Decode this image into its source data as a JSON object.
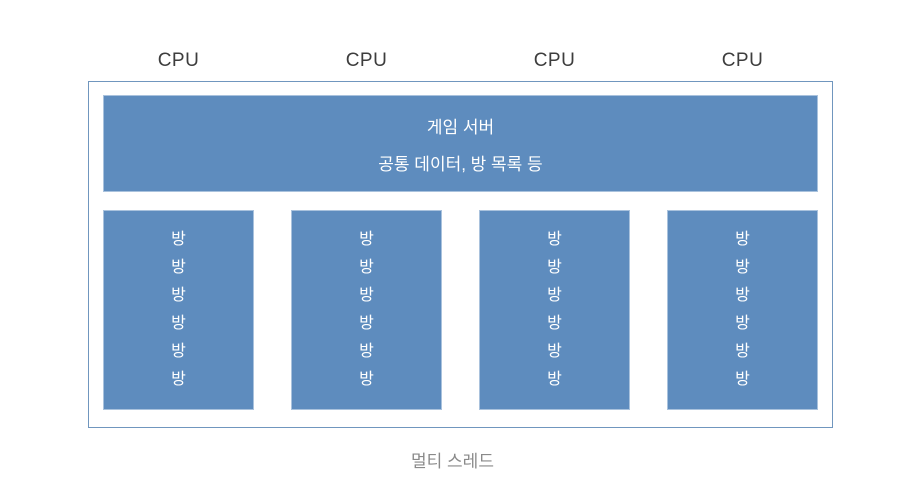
{
  "cpu_labels": [
    "CPU",
    "CPU",
    "CPU",
    "CPU"
  ],
  "server_box": {
    "title": "게임 서버",
    "subtitle": "공통 데이터, 방 목록 등"
  },
  "columns": [
    {
      "rooms": [
        "방",
        "방",
        "방",
        "방",
        "방",
        "방"
      ]
    },
    {
      "rooms": [
        "방",
        "방",
        "방",
        "방",
        "방",
        "방"
      ]
    },
    {
      "rooms": [
        "방",
        "방",
        "방",
        "방",
        "방",
        "방"
      ]
    },
    {
      "rooms": [
        "방",
        "방",
        "방",
        "방",
        "방",
        "방"
      ]
    }
  ],
  "caption": "멀티 스레드",
  "colors": {
    "box_fill": "#5e8cbe",
    "box_border": "#a9c2dd",
    "outer_border": "#7096be",
    "box_text": "#ffffff",
    "cpu_text": "#3d3d3d",
    "caption_text": "#8a8a8a"
  }
}
